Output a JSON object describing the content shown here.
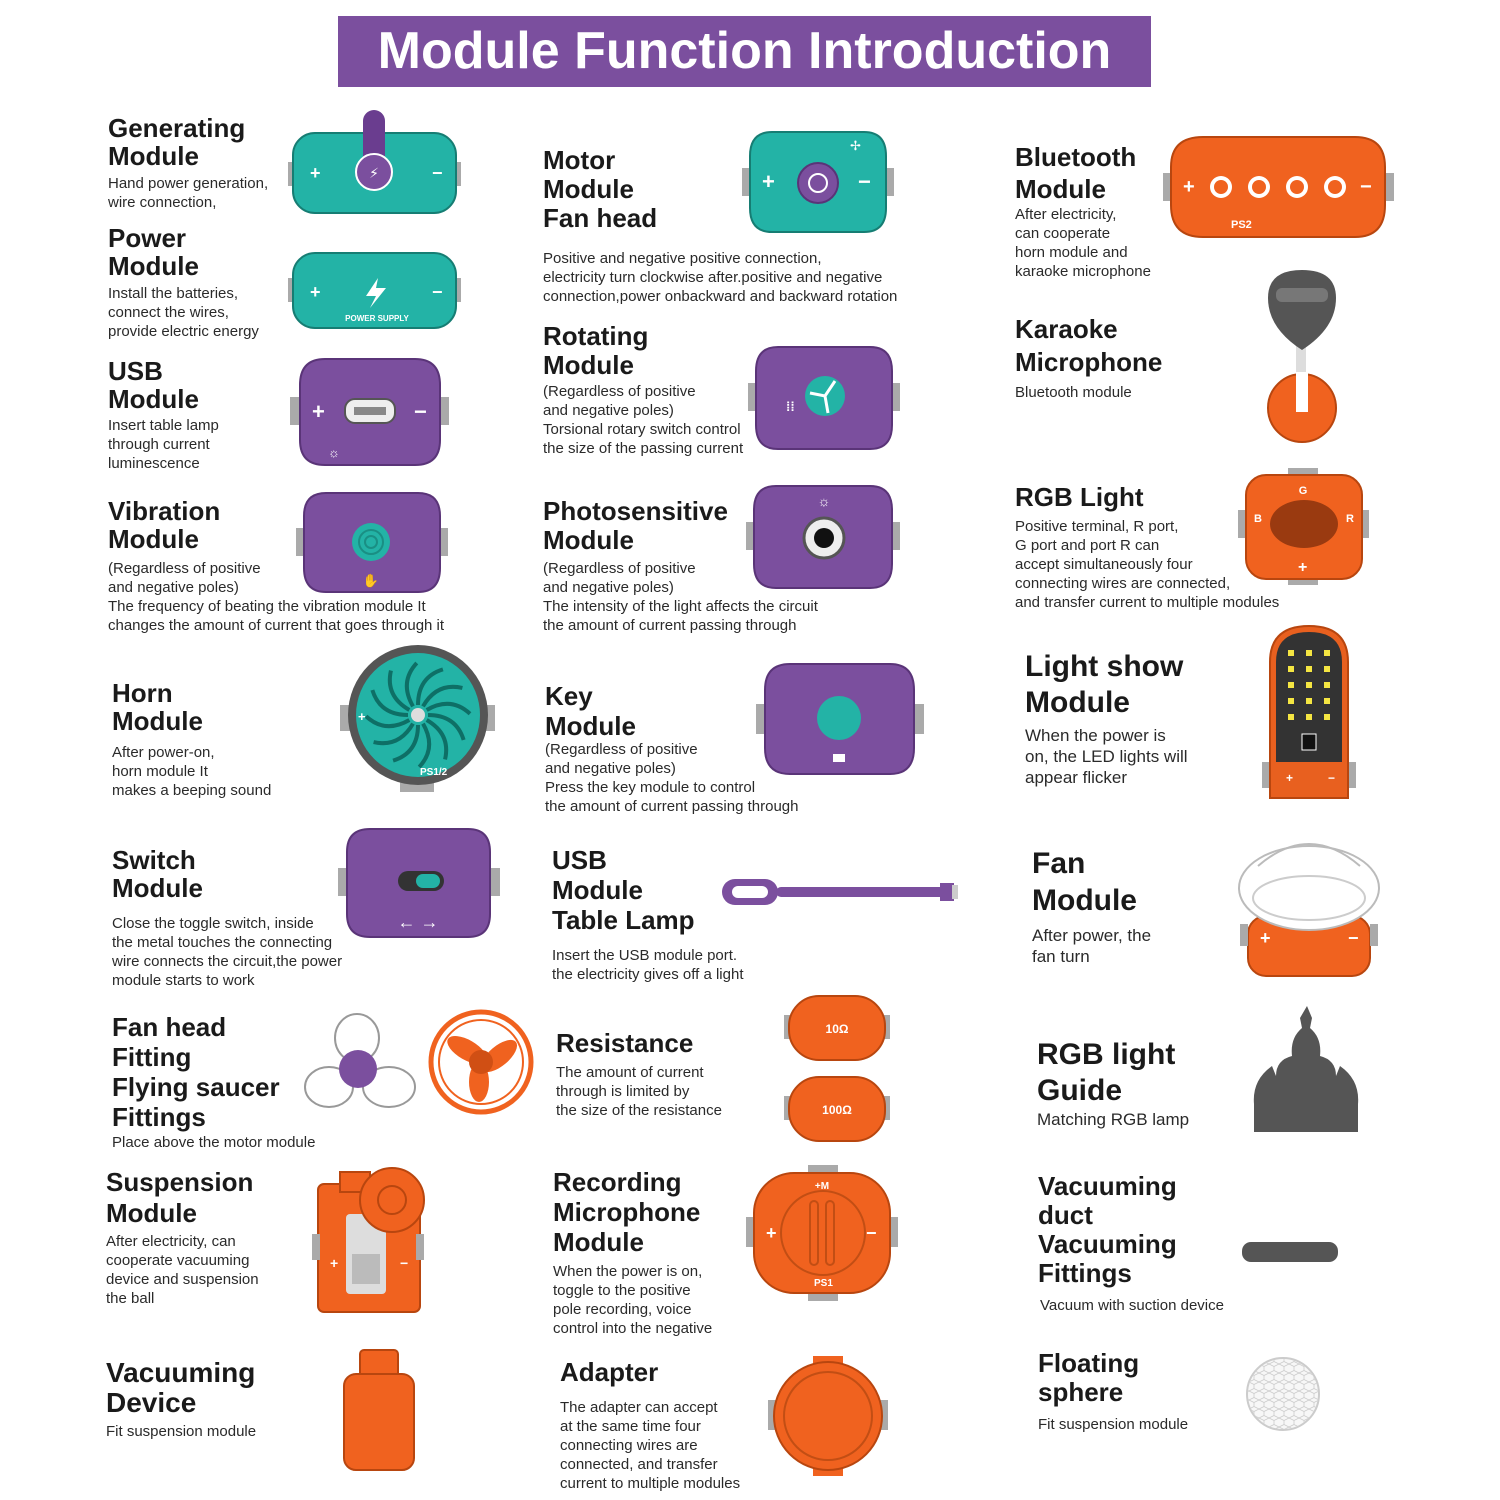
{
  "title": "Module Function Introduction",
  "colors": {
    "purple": "#7b4f9e",
    "teal": "#23b3a6",
    "orange": "#f0621f",
    "gray": "#555555"
  },
  "modules": {
    "generating": {
      "name": "Generating\nModule",
      "desc": "Hand power generation,\nwire connection,"
    },
    "power": {
      "name": "Power\nModule",
      "desc": "Install the batteries,\nconnect the wires,\nprovide electric energy",
      "label": "POWER  SUPPLY"
    },
    "usb": {
      "name": "USB\nModule",
      "desc": "Insert table lamp\nthrough current\nluminescence"
    },
    "vibration": {
      "name": "Vibration\nModule",
      "desc": "(Regardless of positive\n and negative poles)\nThe frequency of beating the vibration module It\nchanges the amount of current that goes through it"
    },
    "horn": {
      "name": "Horn\nModule",
      "desc": "After power-on,\nhorn module It\nmakes a beeping sound",
      "label": "PS1/2"
    },
    "switch": {
      "name": "Switch\nModule",
      "desc": "Close the toggle switch, inside\nthe metal touches the connecting\nwire  connects the circuit,the power\n module starts to work"
    },
    "fanhead": {
      "name": "Fan head\nFitting\nFlying saucer\nFittings",
      "desc": "Place above the motor module"
    },
    "suspension": {
      "name": "Suspension\nModule",
      "desc": "After electricity, can\ncooperate vacuuming\ndevice and suspension\nthe ball"
    },
    "vacdevice": {
      "name": "Vacuuming\nDevice",
      "desc": "Fit suspension module"
    },
    "motor": {
      "name": "Motor\nModule\nFan head",
      "desc": "Positive and negative positive connection,\nelectricity turn clockwise after.positive and negative\nconnection,power onbackward and backward rotation"
    },
    "rotating": {
      "name": "Rotating\nModule",
      "desc": "(Regardless of positive\n and negative poles)\nTorsional rotary switch control\nthe size of the passing current"
    },
    "photo": {
      "name": "Photosensitive\nModule",
      "desc": "(Regardless of positive\n and negative poles)\nThe intensity of the light affects the circuit\nthe amount of current passing through"
    },
    "key": {
      "name": "Key\nModule",
      "desc": "(Regardless of positive\n and negative poles)\nPress the key module to control\nthe amount of current passing through"
    },
    "usblamp": {
      "name": "USB\nModule\nTable Lamp",
      "desc": "Insert the USB module port.\nthe electricity gives off a light"
    },
    "resistance": {
      "name": "Resistance",
      "desc": "The amount of current\nthrough is limited by\nthe size of the resistance",
      "r1": "10Ω",
      "r2": "100Ω"
    },
    "recording": {
      "name": "Recording\nMicrophone\nModule",
      "desc": "When the power is on,\ntoggle to the positive\npole recording, voice\ncontrol into the negative",
      "label": "PS1",
      "top": "+M"
    },
    "adapter": {
      "name": "Adapter",
      "desc": "The adapter can accept\nat the same time four\nconnecting wires are\nconnected, and transfer\ncurrent to multiple modules"
    },
    "bluetooth": {
      "name": "Bluetooth\nModule",
      "desc": "After electricity,\ncan cooperate\nhorn module and\nkaraoke microphone",
      "label": "PS2"
    },
    "karaoke": {
      "name": "Karaoke\nMicrophone",
      "desc": "Bluetooth module"
    },
    "rgb": {
      "name": "RGB Light",
      "desc": "Positive terminal, R port,\nG port and port R can\naccept simultaneously four\nconnecting wires are connected,\nand transfer current to multiple modules",
      "g": "G",
      "b": "B",
      "r": "R"
    },
    "lightshow": {
      "name": "Light show\nModule",
      "desc": "When the power is\non, the LED lights will\nappear flicker"
    },
    "fan": {
      "name": "Fan\nModule",
      "desc": "After power, the\nfan turn"
    },
    "rgbguide": {
      "name": "RGB light\nGuide",
      "desc": "Matching RGB lamp"
    },
    "vacduct": {
      "name": "Vacuuming\nduct\nVacuuming\nFittings",
      "desc": "Vacuum with suction device"
    },
    "sphere": {
      "name": "Floating\nsphere",
      "desc": "Fit suspension module"
    }
  }
}
